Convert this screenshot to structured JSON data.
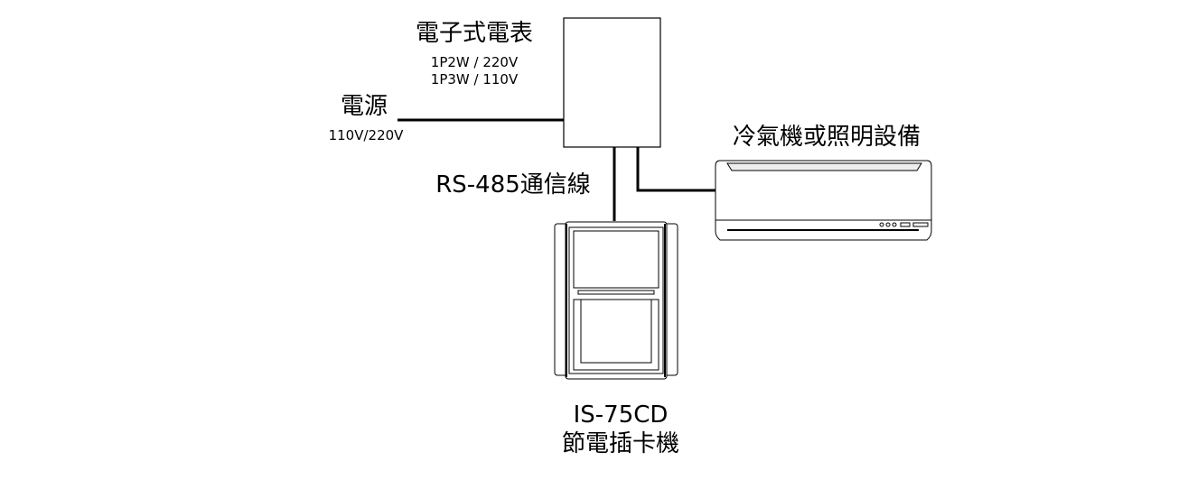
{
  "meter": {
    "title": "電子式電表",
    "spec1": "1P2W / 220V",
    "spec2": "1P3W / 110V"
  },
  "power": {
    "title": "電源",
    "spec": "110V/220V"
  },
  "appliance": {
    "title": "冷氣機或照明設備"
  },
  "bus": {
    "title": "RS-485通信線"
  },
  "card_unit": {
    "model": "IS-75CD",
    "name": "節電插卡機"
  }
}
